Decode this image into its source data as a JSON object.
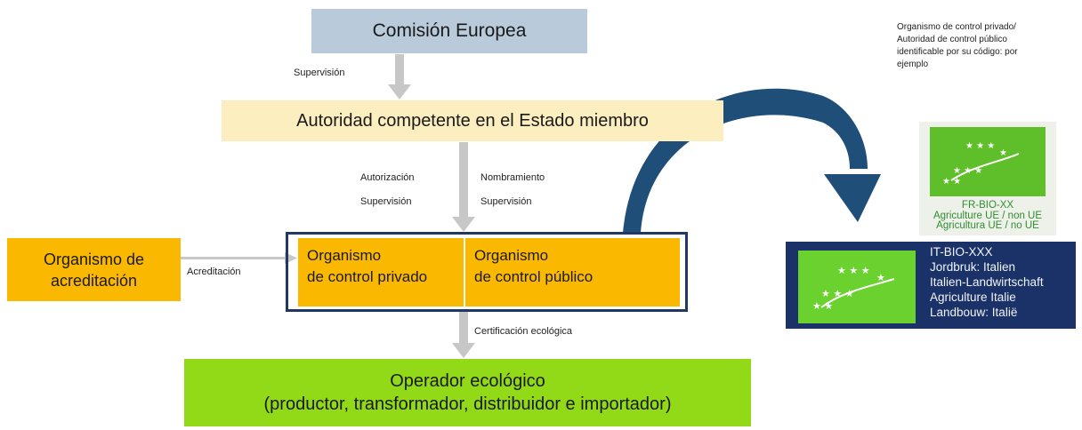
{
  "boxes": {
    "eu_commission": "Comisión Europea",
    "competent_authority": "Autoridad competente en el Estado miembro",
    "accreditation_body_line1": "Organismo de",
    "accreditation_body_line2": "acreditación",
    "private_control_line1": "Organismo",
    "private_control_line2": "de control privado",
    "public_control_line1": "Organismo",
    "public_control_line2": "de control público",
    "operator_line1": "Operador ecológico",
    "operator_line2": "(productor, transformador, distribuidor e importador)"
  },
  "edges": {
    "supervision_top": "Supervisión",
    "authorization": "Autorización",
    "supervision_left": "Supervisión",
    "appointment": "Nombramiento",
    "supervision_right": "Supervisión",
    "accreditation": "Acreditación",
    "organic_certification": "Certificación ecológica"
  },
  "logo_note": {
    "line1": "Organismo de control privado/",
    "line2": "Autoridad de control público",
    "line3": "identificable por su código: por",
    "line4": "ejemplo"
  },
  "logo_fr": {
    "code": "FR-BIO-XX",
    "line1": "Agriculture UE / non UE",
    "line2": "Agricultura UE / no UE"
  },
  "logo_it": {
    "code": "IT-BIO-XXX",
    "line1": "Jordbruk: Italien",
    "line2": "Italien-Landwirtschaft",
    "line3": "Agriculture Italie",
    "line4": "Landbouw: Italië"
  },
  "colors": {
    "commission_fill": "#b9cbdb",
    "authority_fill": "#fdeec0",
    "control_fill": "#fbb800",
    "operator_fill": "#92d917",
    "frame_stroke": "#1f3864",
    "arrow_gray": "#c7c7c7",
    "curved_arrow": "#1f4e79",
    "eu_leaf_green": "#5fbf2a"
  }
}
